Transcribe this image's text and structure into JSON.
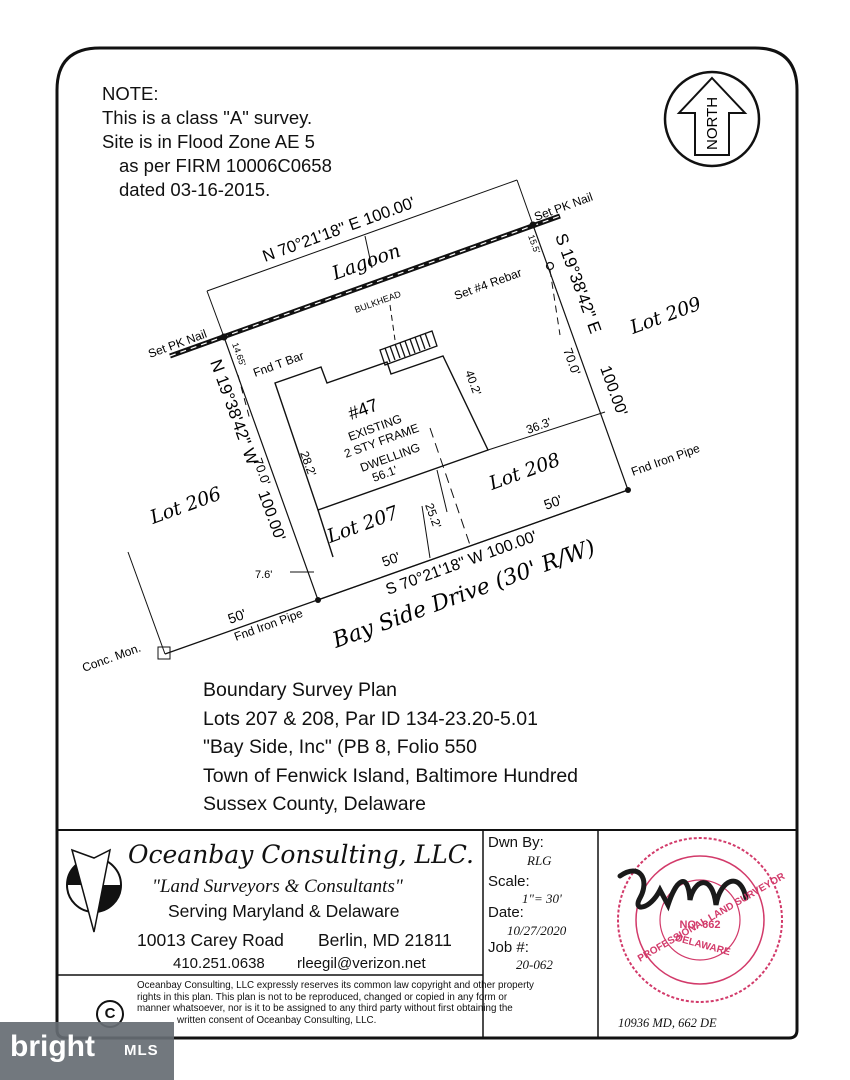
{
  "note": {
    "title": "NOTE:",
    "lines": [
      "This is a class \"A\" survey.",
      "Site is in Flood Zone AE 5",
      "as per FIRM 10006C0658",
      "dated 03-16-2015."
    ]
  },
  "north_arrow": {
    "label": "NORTH"
  },
  "labels": {
    "top_bearing": "N 70°21'18\" E  100.00'",
    "lagoon": "Lagoon",
    "bulkhead": "BULKHEAD",
    "set_pk_nail_right": "Set PK Nail",
    "set_pk_nail_left": "Set PK Nail",
    "set_rebar": "Set #4 Rebar",
    "right_bearing": "S 19°38'42\" E",
    "right_dist": "100.00'",
    "left_bearing": "N 19°38'42\" W",
    "left_dist": "100.00'",
    "dim_15_5": "15.5'",
    "dim_14_65": "14.65'",
    "fnd_t_bar": "Fnd T Bar",
    "dim_70_right": "70.0'",
    "dim_70_left": "70.0'",
    "lot_209": "Lot 209",
    "lot_206": "Lot 206",
    "lot_207": "Lot 207",
    "lot_208": "Lot 208",
    "dim_40_2": "40.2'",
    "house_no": "#47",
    "house_l1": "EXISTING",
    "house_l2": "2 STY FRAME",
    "house_l3": "DWELLING",
    "dim_36_3": "36.3'",
    "dim_28_2": "28.2'",
    "dim_56_1": "56.1'",
    "dim_25_2": "25.2'",
    "fnd_iron_pipe_right": "Fnd Iron Pipe",
    "fnd_iron_pipe_left": "Fnd Iron Pipe",
    "dim_50_right": "50'",
    "dim_50_mid": "50'",
    "dim_50_left": "50'",
    "dim_7_6": "7.6'",
    "bottom_bearing": "S 70°21'18\" W   100.00'",
    "road": "Bay Side Drive (30' R/W)",
    "conc_mon": "Conc. Mon."
  },
  "plan_info": [
    "Boundary Survey Plan",
    "Lots 207 & 208, Par ID 134-23.20-5.01",
    "\"Bay Side, Inc\" (PB 8, Folio 550",
    "Town of Fenwick Island, Baltimore Hundred",
    "Sussex County, Delaware"
  ],
  "company": {
    "name": "Oceanbay Consulting, LLC.",
    "tagline": "\"Land Surveyors & Consultants\"",
    "serving": "Serving Maryland & Delaware",
    "address_street": "10013 Carey Road",
    "address_city": "Berlin, MD 21811",
    "phone": "410.251.0638",
    "email": "rleegil@verizon.net"
  },
  "copyright": {
    "symbol": "C",
    "lines": [
      "Oceanbay Consulting, LLC expressly reserves its common law copyright and other property",
      "rights in this plan. This plan is not to be reproduced, changed or copied in any form or",
      "manner whatsoever, nor is it to be assigned to any third party without first obtaining the",
      "written consent of Oceanbay Consulting, LLC."
    ]
  },
  "details": {
    "drawn_by_label": "Dwn By:",
    "drawn_by": "RLG",
    "scale_label": "Scale:",
    "scale": "1\"= 30'",
    "date_label": "Date:",
    "date": "10/27/2020",
    "job_label": "Job #:",
    "job": "20-062"
  },
  "seal": {
    "top_text": "PROFESSIONAL LAND SURVEYOR",
    "no": "NO. 662",
    "state": "DELAWARE"
  },
  "license": "10936 MD,  662 DE",
  "watermark": {
    "brand": "bright",
    "suffix": "MLS"
  },
  "colors": {
    "ink": "#111111",
    "seal": "#d23a6a",
    "watermark": "#666d73"
  }
}
